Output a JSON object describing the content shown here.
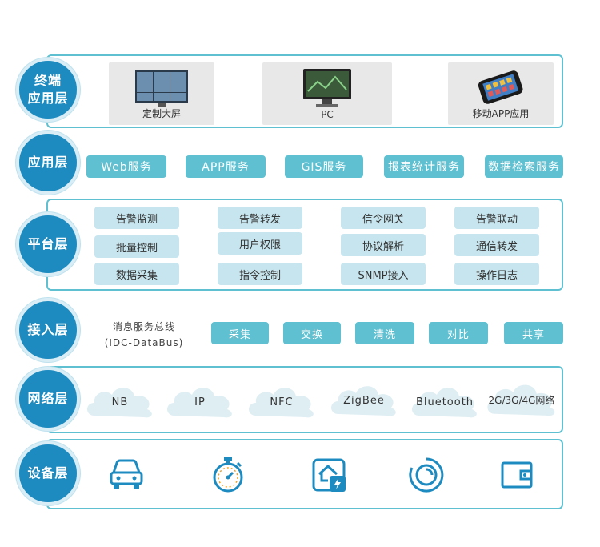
{
  "layers": {
    "terminal": {
      "title_line1": "终端",
      "title_line2": "应用层",
      "items": [
        {
          "label": "定制大屏",
          "icon": "video-wall-icon"
        },
        {
          "label": "PC",
          "icon": "monitor-icon"
        },
        {
          "label": "移动APP应用",
          "icon": "smartphone-icon"
        }
      ]
    },
    "application": {
      "title": "应用层",
      "items": [
        "Web服务",
        "APP服务",
        "GIS服务",
        "报表统计服务",
        "数据检索服务"
      ]
    },
    "platform": {
      "title": "平台层",
      "items": [
        [
          "告警监测",
          "告警转发",
          "信令网关",
          "告警联动"
        ],
        [
          "批量控制",
          "用户权限",
          "协议解析",
          "通信转发"
        ],
        [
          "数据采集",
          "指令控制",
          "SNMP接入",
          "操作日志"
        ]
      ]
    },
    "access": {
      "title": "接入层",
      "bus_line1": "消息服务总线",
      "bus_line2": "(IDC-DataBus)",
      "items": [
        "采集",
        "交换",
        "清洗",
        "对比",
        "共享"
      ]
    },
    "network": {
      "title": "网络层",
      "items": [
        "NB",
        "IP",
        "NFC",
        "ZigBee",
        "Bluetooth",
        "2G/3G/4G网络"
      ]
    },
    "device": {
      "title": "设备层",
      "icons": [
        "car-icon",
        "stopwatch-icon",
        "smart-home-icon",
        "sensor-ring-icon",
        "wallet-icon"
      ]
    }
  },
  "colors": {
    "circle": "#1d8bc0",
    "accent": "#5ec0d1",
    "pill_light": "#c7e5ee",
    "cloud": "#dfeef3"
  }
}
